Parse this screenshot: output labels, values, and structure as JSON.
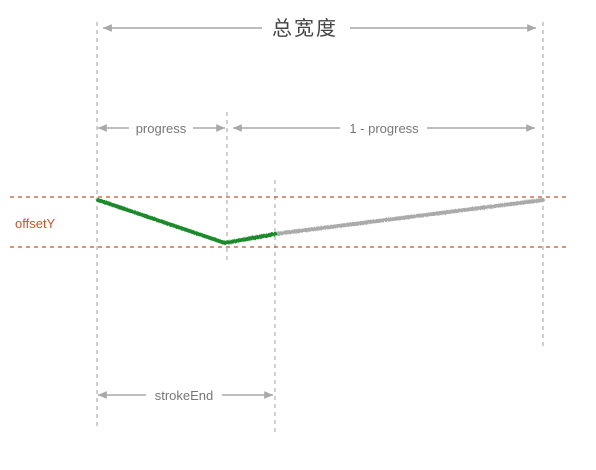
{
  "diagram": {
    "title": "总宽度",
    "progress_label": "progress",
    "remaining_label": "1 - progress",
    "offset_label": "offsetY",
    "stroke_end_label": "strokeEnd"
  },
  "colors": {
    "guide": "#b5b5b5",
    "dimension": "#a8a8a8",
    "offset_guide": "#c0562e",
    "progress_stroke": "#1a8a2a",
    "remaining_stroke": "#aaaaaa"
  }
}
